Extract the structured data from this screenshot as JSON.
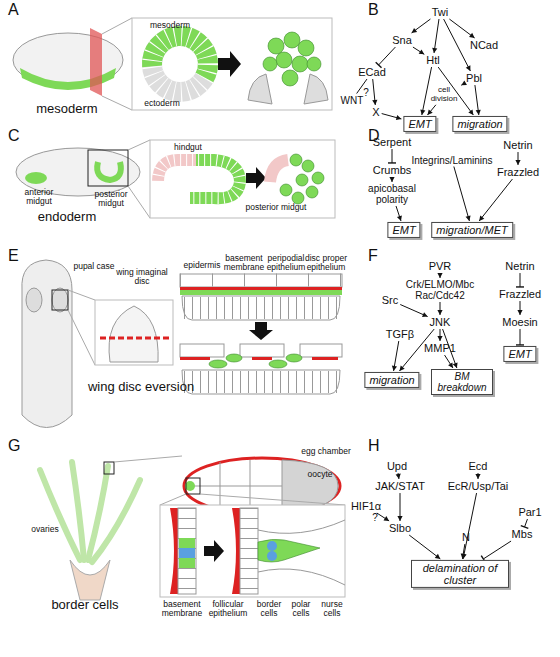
{
  "diagram": {
    "nodes": [
      {
        "text": [
          "Twi"
        ]
      },
      {
        "text": [
          "Sna"
        ]
      },
      {
        "text": [
          "Htl"
        ]
      },
      {
        "text": [
          "NCad"
        ]
      },
      {
        "text": [
          "ECad"
        ]
      },
      {
        "text": [
          "Pbl"
        ]
      },
      {
        "text": [
          "cell division"
        ]
      },
      {
        "text": [
          "WNT"
        ]
      },
      {
        "text": [
          "X"
        ]
      },
      {
        "text": [
          "EMT"
        ]
      },
      {
        "text": [
          "migration"
        ]
      },
      {
        "text": [
          "Serpent"
        ]
      },
      {
        "text": [
          "Crumbs"
        ]
      },
      {
        "text": [
          "apicobasal polarity"
        ]
      },
      {
        "text": [
          "Integrins/Laminins"
        ]
      },
      {
        "text": [
          "Netrin"
        ]
      },
      {
        "text": [
          "Frazzled"
        ]
      },
      {
        "text": [
          "EMT"
        ]
      },
      {
        "text": [
          "migration/MET"
        ]
      },
      {
        "text": [
          "PVR"
        ]
      },
      {
        "text": [
          "Crk/ELMO/Mbc Rac/Cdc42"
        ]
      },
      {
        "text": [
          "Src"
        ]
      },
      {
        "text": [
          "Netrin"
        ]
      },
      {
        "text": [
          "Frazzled"
        ]
      },
      {
        "text": [
          "TGFβ"
        ]
      },
      {
        "text": [
          "JNK"
        ]
      },
      {
        "text": [
          "Moesin"
        ]
      },
      {
        "text": [
          "MMP1"
        ]
      },
      {
        "text": [
          "migration"
        ]
      },
      {
        "text": [
          "BM breakdown"
        ]
      },
      {
        "text": [
          "EMT"
        ]
      },
      {
        "text": [
          "Upd"
        ]
      },
      {
        "text": [
          "Ecd"
        ]
      },
      {
        "text": [
          "JAK/STAT"
        ]
      },
      {
        "text": [
          "EcR/Usp/Tai"
        ]
      },
      {
        "text": [
          "HIF1α"
        ]
      },
      {
        "text": [
          "Par1"
        ]
      },
      {
        "text": [
          "Slbo"
        ]
      },
      {
        "text": [
          "N"
        ]
      },
      {
        "text": [
          "Mbs"
        ]
      },
      {
        "text": [
          "delamination of cluster"
        ]
      }
    ],
    "edges": [
      {
        "from": 0,
        "to": 1,
        "arrow": "to"
      },
      {
        "from": 0,
        "to": 2,
        "arrow": "to"
      },
      {
        "from": 0,
        "to": 3,
        "arrow": "to"
      },
      {
        "from": 0,
        "to": 5,
        "arrow": "to"
      },
      {
        "from": 1,
        "to": 4,
        "arrow": "to"
      },
      {
        "from": 1,
        "to": 2,
        "arrow": "to"
      },
      {
        "from": 4,
        "to": 7,
        "arrow": "none"
      },
      {
        "from": 4,
        "to": 8,
        "label": "?",
        "arrow": "to"
      },
      {
        "from": 8,
        "to": 9,
        "arrow": "to"
      },
      {
        "from": 2,
        "to": 9,
        "arrow": "to"
      },
      {
        "from": 2,
        "to": 10,
        "arrow": "to"
      },
      {
        "from": 5,
        "to": 10,
        "arrow": "to"
      },
      {
        "from": 5,
        "to": 6,
        "arrow": "to"
      },
      {
        "from": 6,
        "to": 9,
        "arrow": "to"
      },
      {
        "from": 11,
        "to": 12,
        "arrow": "to"
      },
      {
        "from": 12,
        "to": 13,
        "arrow": "to"
      },
      {
        "from": 13,
        "to": 17,
        "arrow": "to"
      },
      {
        "from": 14,
        "to": 18,
        "arrow": "to"
      },
      {
        "from": 15,
        "to": 16,
        "arrow": "to"
      },
      {
        "from": 16,
        "to": 18,
        "arrow": "to"
      },
      {
        "from": 19,
        "to": 20,
        "arrow": "to"
      },
      {
        "from": 20,
        "to": 25,
        "arrow": "to"
      },
      {
        "from": 21,
        "to": 25,
        "arrow": "to"
      },
      {
        "from": 24,
        "to": 28,
        "arrow": "to"
      },
      {
        "from": 25,
        "to": 28,
        "arrow": "to"
      },
      {
        "from": 25,
        "to": 27,
        "arrow": "to"
      },
      {
        "from": 25,
        "to": 29,
        "arrow": "to"
      },
      {
        "from": 27,
        "to": 29,
        "arrow": "to"
      },
      {
        "from": 22,
        "to": 23,
        "arrow": "to"
      },
      {
        "from": 23,
        "to": 26,
        "arrow": "to"
      },
      {
        "from": 26,
        "to": 30,
        "arrow": "to"
      },
      {
        "from": 31,
        "to": 33,
        "arrow": "to"
      },
      {
        "from": 33,
        "to": 37,
        "arrow": "to"
      },
      {
        "from": 35,
        "to": 37,
        "label": "?",
        "arrow": "to"
      },
      {
        "from": 32,
        "to": 34,
        "arrow": "to"
      },
      {
        "from": 34,
        "to": 40,
        "arrow": "to"
      },
      {
        "from": 37,
        "to": 40,
        "arrow": "to"
      },
      {
        "from": 38,
        "to": 40,
        "arrow": "to"
      },
      {
        "from": 36,
        "to": 39,
        "arrow": "to"
      },
      {
        "from": 39,
        "to": 40,
        "arrow": "to"
      }
    ],
    "labels": [
      "A",
      "mesoderm",
      "mesoderm",
      "ectoderm",
      "B",
      "C",
      "anterior midgut",
      "posterior midgut",
      "endoderm",
      "hindgut",
      "posterior midgut",
      "D",
      "E",
      "pupal case",
      "wing imaginal disc",
      "wing disc eversion",
      "epidermis",
      "basement membrane",
      "peripodial epithelium",
      "disc proper epithelium",
      "F",
      "G",
      "ovaries",
      "egg chamber",
      "oocyte",
      "basement membrane",
      "follicular epithelium",
      "border cells",
      "polar cells",
      "nurse cells",
      "border cells",
      "H"
    ]
  }
}
